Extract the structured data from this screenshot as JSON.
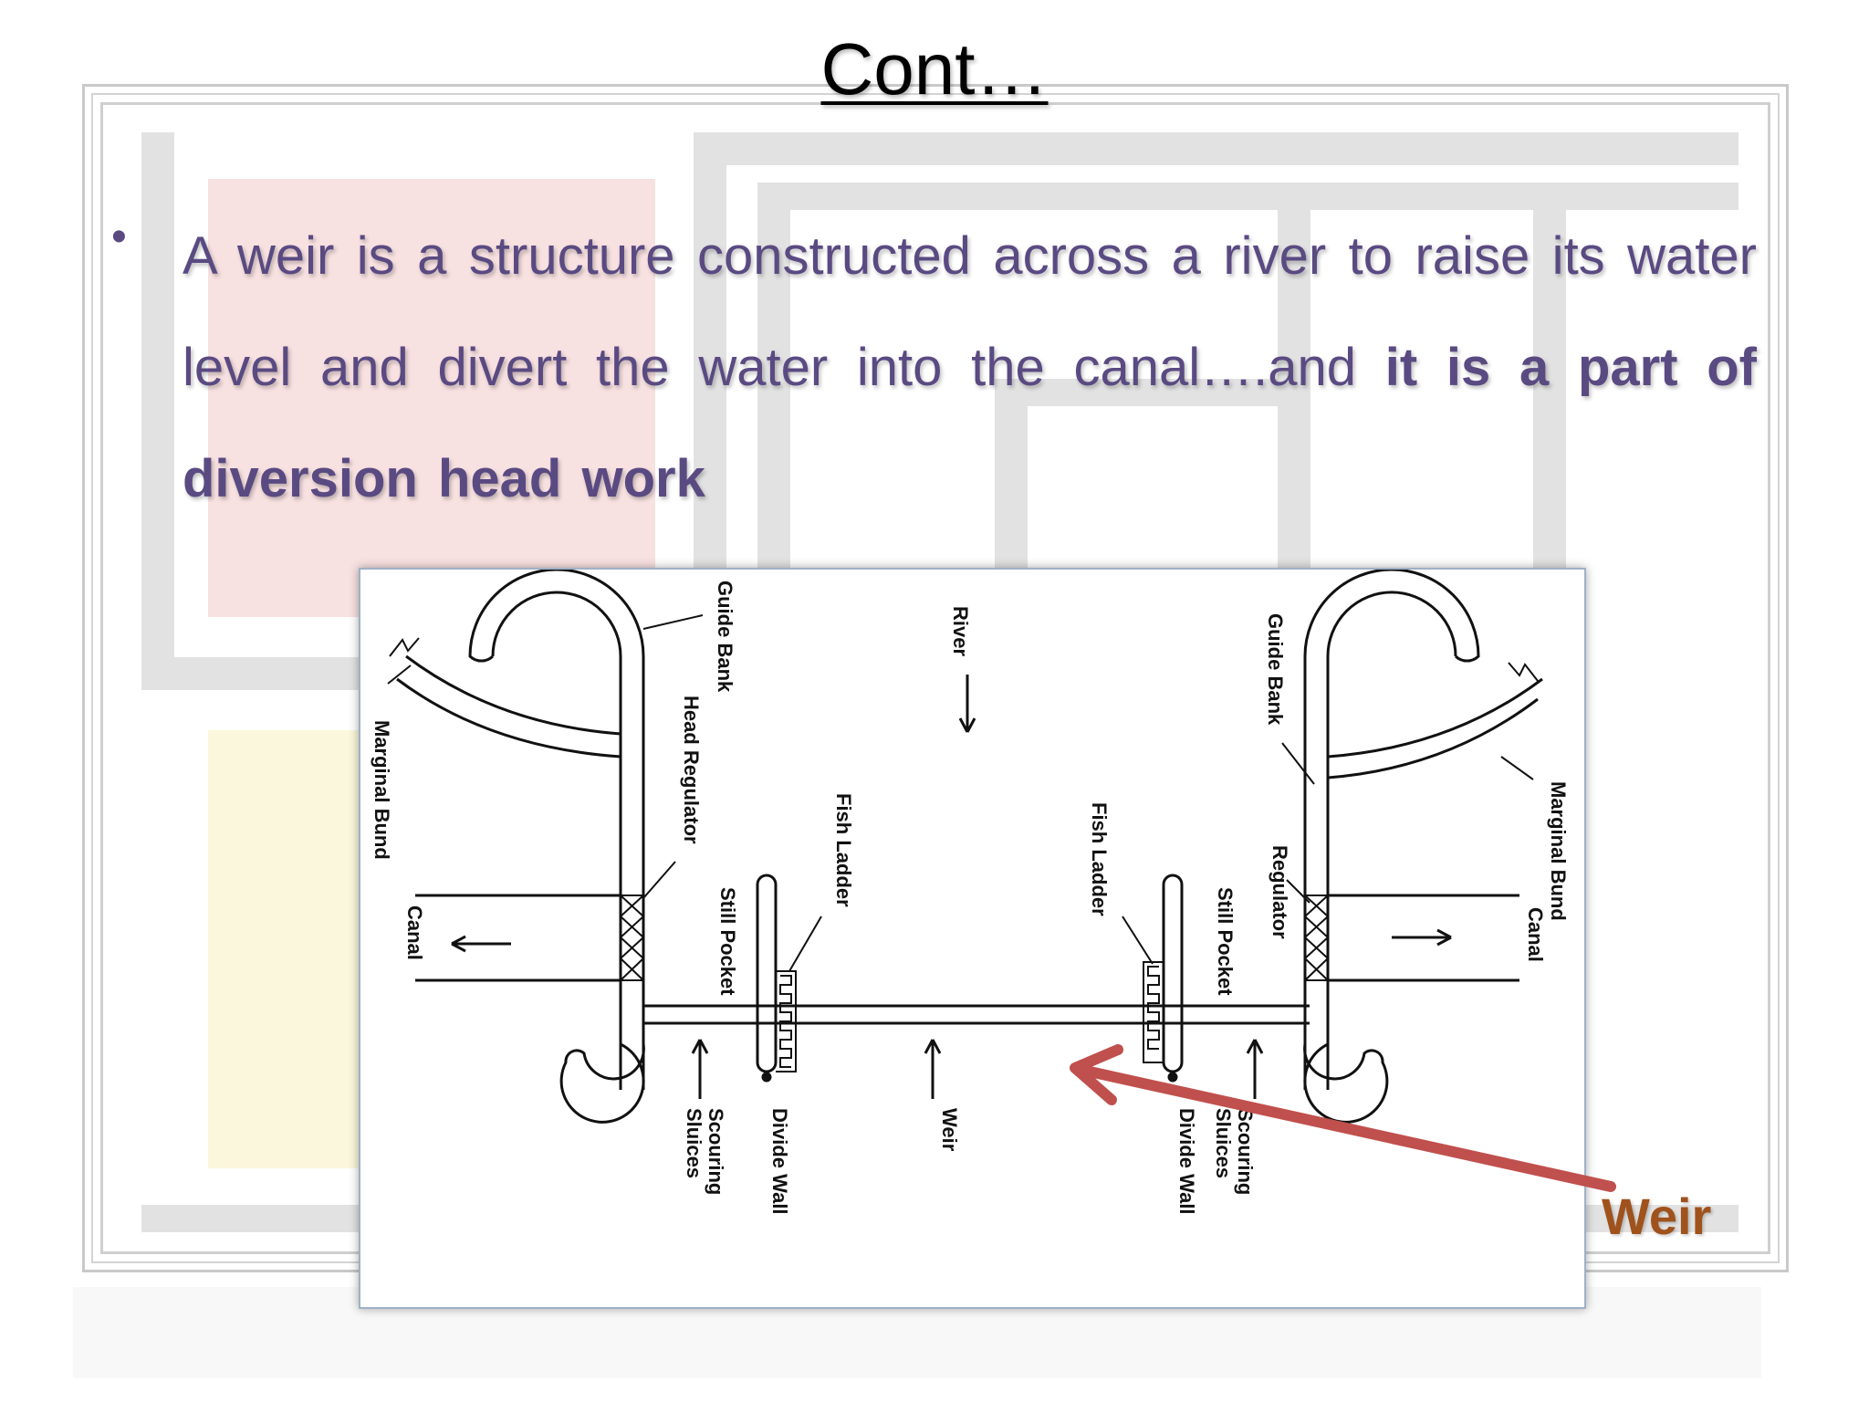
{
  "slide": {
    "title": "Cont…",
    "bullet": {
      "text_plain": "A weir is a structure constructed across a river to raise its water level and divert the water into the canal….and",
      "text_bold": "it is a part of diversion head work"
    },
    "callout_label": "Weir"
  },
  "diagram": {
    "labels": {
      "guide_bank_left": "Guide Bank",
      "guide_bank_right": "Guide Bank",
      "river": "River",
      "head_regulator": "Head Regulator",
      "regulator": "Regulator",
      "fish_ladder_left": "Fish Ladder",
      "fish_ladder_right": "Fish Ladder",
      "marginal_bund_left": "Marginal Bund",
      "marginal_bund_right": "Marginal Bund",
      "canal_left": "Canal",
      "canal_right": "Canal",
      "still_pocket_left": "Still Pocket",
      "still_pocket_right": "Still Pocket",
      "scouring_sluices_left_1": "Scouring",
      "scouring_sluices_left_2": "Sluices",
      "scouring_sluices_right_1": "Scouring",
      "scouring_sluices_right_2": "Sluices",
      "weir": "Weir",
      "divide_wall_left": "Divide Wall",
      "divide_wall_right": "Divide Wall"
    }
  },
  "colors": {
    "bullet_text": "#5a4a82",
    "callout_text": "#a0521c",
    "arrow": "#c0504d"
  }
}
